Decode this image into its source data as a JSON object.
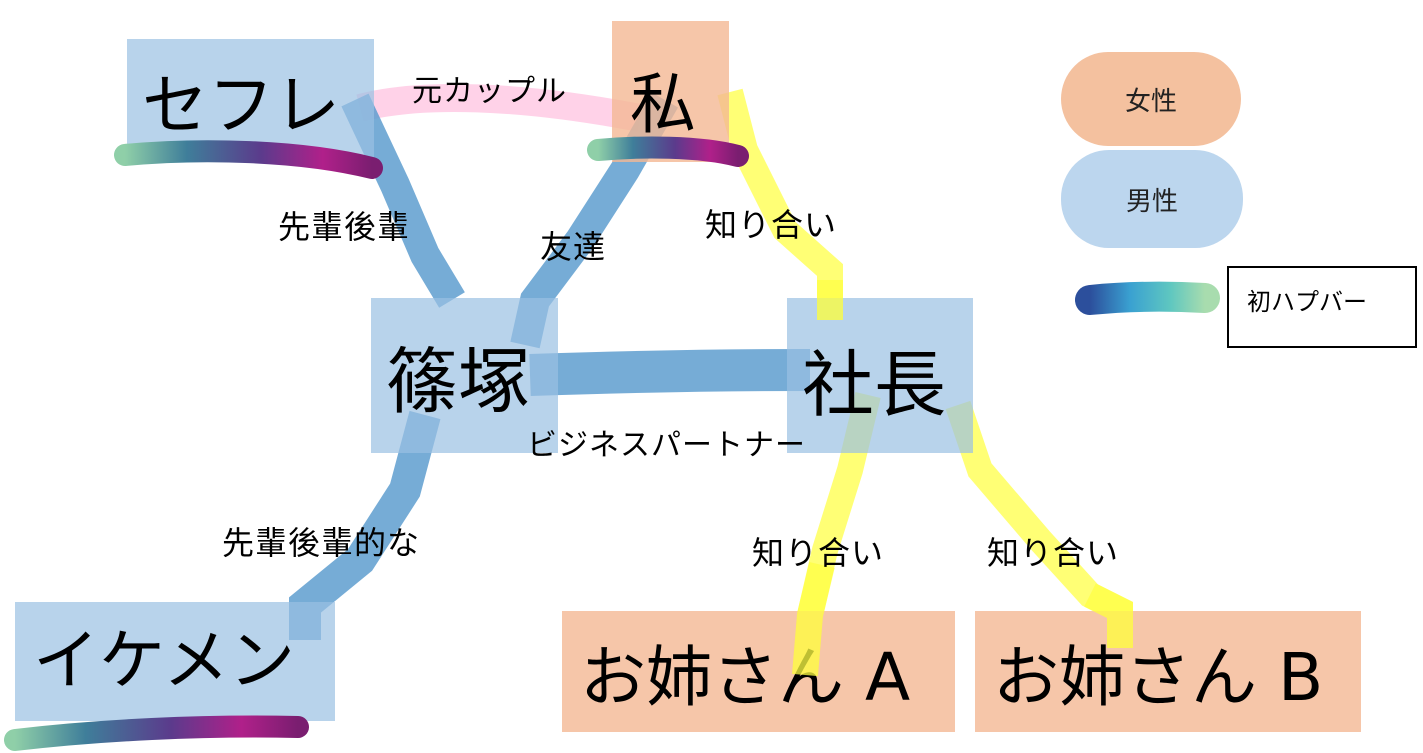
{
  "nodes": {
    "sefure": {
      "label": "セフレ",
      "gender": "male"
    },
    "watashi": {
      "label": "私",
      "gender": "female"
    },
    "shinozuka": {
      "label": "篠塚",
      "gender": "male"
    },
    "shacho": {
      "label": "社長",
      "gender": "male"
    },
    "ikemen": {
      "label": "イケメン",
      "gender": "male"
    },
    "oneesan_a": {
      "label": "お姉さん A",
      "gender": "female"
    },
    "oneesan_b": {
      "label": "お姉さん B",
      "gender": "female"
    }
  },
  "edges": [
    {
      "from": "sefure",
      "to": "watashi",
      "label": "元カップル",
      "color": "#ffcde6"
    },
    {
      "from": "sefure",
      "to": "shinozuka",
      "label": "先輩後輩",
      "color": "#5e9ecf"
    },
    {
      "from": "watashi",
      "to": "shinozuka",
      "label": "友達",
      "color": "#5e9ecf"
    },
    {
      "from": "watashi",
      "to": "shacho",
      "label": "知り合い",
      "color": "#ffff66"
    },
    {
      "from": "shinozuka",
      "to": "shacho",
      "label": "ビジネスパートナー",
      "color": "#5e9ecf"
    },
    {
      "from": "shinozuka",
      "to": "ikemen",
      "label": "先輩後輩的な",
      "color": "#5e9ecf"
    },
    {
      "from": "shacho",
      "to": "oneesan_a",
      "label": "知り合い",
      "color": "#ffff66"
    },
    {
      "from": "shacho",
      "to": "oneesan_b",
      "label": "知り合い",
      "color": "#ffff66"
    }
  ],
  "legend": {
    "female": {
      "label": "女性",
      "color": "#f4c19f"
    },
    "male": {
      "label": "男性",
      "color": "#bcd6ee"
    },
    "first_happening_bar": {
      "label": "初ハプバー",
      "marker": "galaxy-stroke"
    }
  },
  "first_happening_bar_members": [
    "sefure",
    "watashi",
    "ikemen"
  ],
  "colors": {
    "male_fill": "#9ac0e3",
    "female_fill": "#f4b894",
    "acquaintance_line": "#ffff66",
    "friend_line": "#5e9ecf",
    "ex_couple_line": "#ffcde6"
  }
}
